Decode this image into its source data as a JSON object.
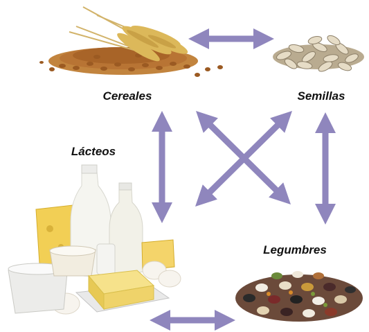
{
  "nodes": {
    "cereales": {
      "label": "Cereales",
      "icon": "wheat-grain-icon"
    },
    "semillas": {
      "label": "Semillas",
      "icon": "sunflower-seeds-icon"
    },
    "lacteos": {
      "label": "Lácteos",
      "icon": "dairy-products-icon"
    },
    "legumbres": {
      "label": "Legumbres",
      "icon": "beans-legumes-icon"
    }
  },
  "edges": [
    {
      "from": "cereales",
      "to": "semillas",
      "direction": "both"
    },
    {
      "from": "cereales",
      "to": "lacteos",
      "direction": "both"
    },
    {
      "from": "cereales",
      "to": "legumbres",
      "direction": "both"
    },
    {
      "from": "semillas",
      "to": "lacteos",
      "direction": "both"
    },
    {
      "from": "semillas",
      "to": "legumbres",
      "direction": "both"
    },
    {
      "from": "lacteos",
      "to": "legumbres",
      "direction": "both"
    }
  ],
  "colors": {
    "arrow": "#8f86bd",
    "label_text": "#111111",
    "background": "#ffffff"
  }
}
